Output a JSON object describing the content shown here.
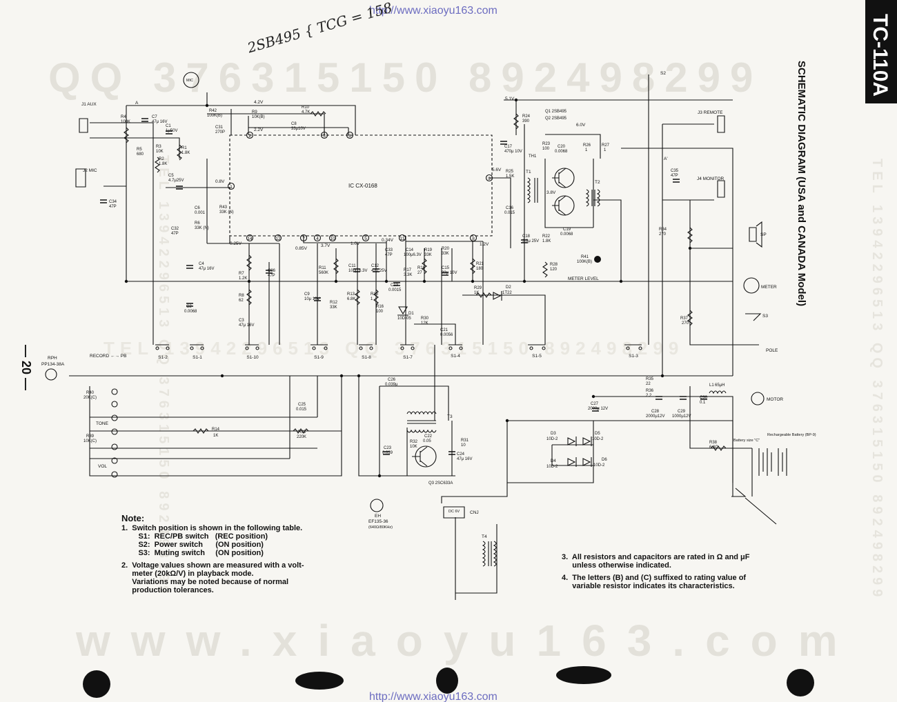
{
  "document": {
    "url": "http://www.xiaoyu163.com",
    "model_tab": "TC-110A",
    "title": "SCHEMATIC DIAGRAM (USA and CANADA Model)",
    "page_number": "— 20 —",
    "handwritten": "2SB495 { TCG = 158",
    "watermarks": {
      "top": "QQ 376315150   892498299",
      "bottom": "www.xiaoyu163.com",
      "middle": "TEL 13942296513   QQ 376315150   892498299",
      "side": "TEL 13942296513   QQ 376315150   892498299"
    }
  },
  "ic": {
    "label": "IC  CX-0168",
    "pins": [
      "1",
      "2",
      "3",
      "6",
      "14",
      "12",
      "7",
      "4",
      "10",
      "5",
      "11",
      "8",
      "9"
    ]
  },
  "voltages": [
    "4.2V",
    "2.2V",
    "0.8V",
    "0.25V",
    "0.85V",
    "3.7V",
    "1.0V",
    "0.34V",
    "1.2V",
    "5.1V",
    "5.6V",
    "6.0V",
    "3.8V"
  ],
  "components": [
    {
      "ref": "R4",
      "value": "100K"
    },
    {
      "ref": "C7",
      "value": "47μ 16V"
    },
    {
      "ref": "C1",
      "value": "1μ50V"
    },
    {
      "ref": "R3",
      "value": "10K"
    },
    {
      "ref": "R1",
      "value": "1.8K"
    },
    {
      "ref": "R2",
      "value": "1.8K"
    },
    {
      "ref": "R5",
      "value": "680"
    },
    {
      "ref": "R42",
      "value": "100K(B)"
    },
    {
      "ref": "R9",
      "value": "10K(B)"
    },
    {
      "ref": "R10",
      "value": "4.7K"
    },
    {
      "ref": "C31",
      "value": "270P"
    },
    {
      "ref": "C8",
      "value": "33μ10V"
    },
    {
      "ref": "C5",
      "value": "4.7μ25V"
    },
    {
      "ref": "C34",
      "value": "47P"
    },
    {
      "ref": "C6",
      "value": "0.001"
    },
    {
      "ref": "R6",
      "value": "33K (N)"
    },
    {
      "ref": "R43",
      "value": "33K (N)"
    },
    {
      "ref": "C32",
      "value": "47P"
    },
    {
      "ref": "C4",
      "value": "47μ 16V"
    },
    {
      "ref": "R7",
      "value": "1.2K"
    },
    {
      "ref": "C36",
      "value": "47P"
    },
    {
      "ref": "R8",
      "value": "62"
    },
    {
      "ref": "C2",
      "value": "0.0068"
    },
    {
      "ref": "C3",
      "value": "47μ 16V"
    },
    {
      "ref": "R11",
      "value": "560K"
    },
    {
      "ref": "C11",
      "value": "100μ 6.3V"
    },
    {
      "ref": "C12",
      "value": "47μ 25V"
    },
    {
      "ref": "C33",
      "value": "47P"
    },
    {
      "ref": "C14",
      "value": "100μ6.3V"
    },
    {
      "ref": "R19",
      "value": "33K"
    },
    {
      "ref": "R20",
      "value": "33K"
    },
    {
      "ref": "R17",
      "value": "3.3K"
    },
    {
      "ref": "R18",
      "value": "27"
    },
    {
      "ref": "C15",
      "value": "33μ 10V"
    },
    {
      "ref": "R21",
      "value": "180"
    },
    {
      "ref": "C13",
      "value": "0.0015"
    },
    {
      "ref": "C9",
      "value": "10μ 10V"
    },
    {
      "ref": "R12",
      "value": "33K"
    },
    {
      "ref": "R13",
      "value": "6.8K"
    },
    {
      "ref": "R15",
      "value": "1"
    },
    {
      "ref": "R16",
      "value": "100"
    },
    {
      "ref": "D1",
      "value": "10D-05"
    },
    {
      "ref": "R30",
      "value": "12K"
    },
    {
      "ref": "C21",
      "value": "0.0056"
    },
    {
      "ref": "R29",
      "value": "1K"
    },
    {
      "ref": "D2",
      "value": "1T22"
    },
    {
      "ref": "R24",
      "value": "390"
    },
    {
      "ref": "C17",
      "value": "470μ 10V"
    },
    {
      "ref": "R23",
      "value": "100"
    },
    {
      "ref": "TH1",
      "value": ""
    },
    {
      "ref": "C20",
      "value": "0.0068"
    },
    {
      "ref": "R26",
      "value": "1"
    },
    {
      "ref": "R27",
      "value": "1"
    },
    {
      "ref": "R25",
      "value": "1.5K"
    },
    {
      "ref": "C16",
      "value": "0.015"
    },
    {
      "ref": "C18",
      "value": "3.3μ 25V"
    },
    {
      "ref": "R22",
      "value": "1.8K"
    },
    {
      "ref": "C19",
      "value": "0.0068"
    },
    {
      "ref": "R28",
      "value": "120"
    },
    {
      "ref": "R41",
      "value": "100K(B)"
    },
    {
      "ref": "C35",
      "value": "47P"
    },
    {
      "ref": "R34",
      "value": "270"
    },
    {
      "ref": "R37",
      "value": "270"
    },
    {
      "ref": "R40",
      "value": "20K(C)"
    },
    {
      "ref": "R39",
      "value": "10K(C)"
    },
    {
      "ref": "R14",
      "value": "1K"
    },
    {
      "ref": "C25",
      "value": "0.015"
    },
    {
      "ref": "R33",
      "value": "220K"
    },
    {
      "ref": "C26",
      "value": "0.039μ"
    },
    {
      "ref": "C23",
      "value": "0.039"
    },
    {
      "ref": "R32",
      "value": "10K"
    },
    {
      "ref": "C22",
      "value": "0.05"
    },
    {
      "ref": "R31",
      "value": "10"
    },
    {
      "ref": "C24",
      "value": "47μ 16V"
    },
    {
      "ref": "C27",
      "value": "2000μ 12V"
    },
    {
      "ref": "R35",
      "value": "22"
    },
    {
      "ref": "R36",
      "value": "2.2"
    },
    {
      "ref": "C28",
      "value": "2000μ12V"
    },
    {
      "ref": "C29",
      "value": "1000μ12V"
    },
    {
      "ref": "C30",
      "value": "0.1"
    },
    {
      "ref": "L1",
      "value": "65μH"
    },
    {
      "ref": "D3",
      "value": "10D-2"
    },
    {
      "ref": "D4",
      "value": "10D-2"
    },
    {
      "ref": "D5",
      "value": "10D-2"
    },
    {
      "ref": "D6",
      "value": "10D-2"
    },
    {
      "ref": "R38",
      "value": "6.8Ω"
    }
  ],
  "transistors": {
    "q1": "Q1  2SB495",
    "q2": "Q2  2SB495",
    "q3": "Q3  2SC633A"
  },
  "connectors": {
    "j1": "J1 AUX",
    "j2": "J2 MIC",
    "j3": "J3 REMOTE",
    "j4": "J4 MONITOR",
    "mic": "MIC",
    "rph": "RPH",
    "rph_part": "PP134-38A",
    "sp": "SP",
    "meter": "METER",
    "meter_level": "METER LEVEL",
    "pole": "POLE",
    "motor": "MOTOR",
    "s2": "S2",
    "s3": "S3",
    "eh": "EH",
    "eh_part": "EF135-36",
    "eh_spec": "(640Ω/80KHz)",
    "cnj": "CNJ",
    "dc": "DC 6V",
    "t1": "T1",
    "t2": "T2",
    "t3": "T3",
    "t4": "T4",
    "tone": "TONE",
    "vol": "VOL",
    "record_pb": "RECORD ←→ PB",
    "battery": "Battery size \"C\"",
    "rechargeable": "Rechargeable Battery (BP-9)",
    "node_a": "A",
    "node_a2": "A'"
  },
  "switches": [
    "S1-2",
    "S1-1",
    "S1-10",
    "S1-9",
    "S1-8",
    "S1-7",
    "S1-4",
    "S1-5",
    "S1-3"
  ],
  "notes": {
    "title": "Note:",
    "left": [
      "1.  Switch position is shown in the following table.",
      "        S1:  REC/PB switch   (REC position)",
      "        S2:  Power switch      (ON position)",
      "        S3:  Muting switch     (ON position)",
      "2.  Voltage values shown are measured with a volt-",
      "     meter (20kΩ/V) in playback mode.",
      "     Variations may be noted because of normal",
      "     production tolerances."
    ],
    "right": [
      "3.  All resistors and capacitors are rated in Ω and μF",
      "     unless otherwise indicated.",
      "4.  The letters (B) and (C) suffixed to rating value of",
      "     variable resistor indicates its characteristics."
    ]
  }
}
